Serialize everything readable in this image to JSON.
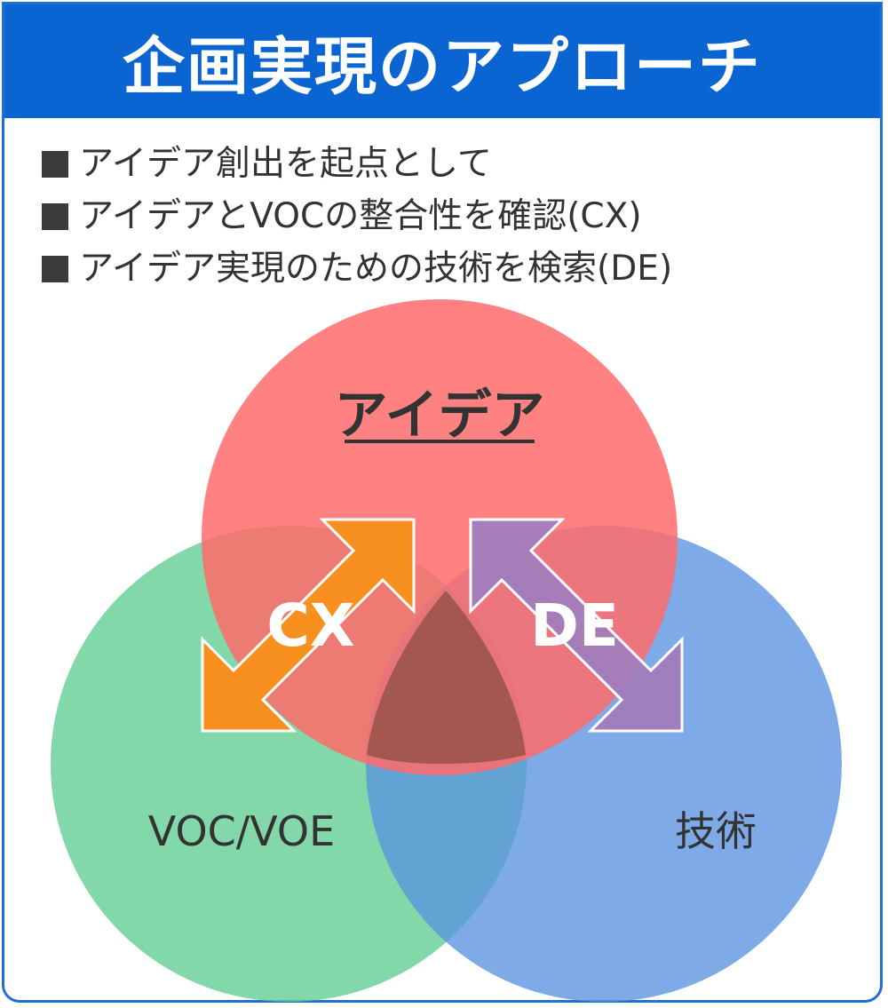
{
  "header": {
    "title": "企画実現のアプローチ"
  },
  "bullets": [
    "アイデア創出を起点として",
    "アイデアとVOCの整合性を確認(CX)",
    "アイデア実現のための技術を検索(DE)"
  ],
  "diagram": {
    "sets": {
      "idea": "アイデア",
      "voc": "VOC/VOE",
      "tech": "技術"
    },
    "arrows": {
      "cx": "CX",
      "de": "DE"
    },
    "colors": {
      "header_bg": "#0a64d2",
      "idea_circle": "#ff6b6b",
      "voc_circle": "#5fcd8f",
      "tech_circle": "#5a94e0",
      "cx_arrow": "#f7901e",
      "de_arrow": "#a27cbd",
      "overlap_center": "#9b544a"
    }
  }
}
